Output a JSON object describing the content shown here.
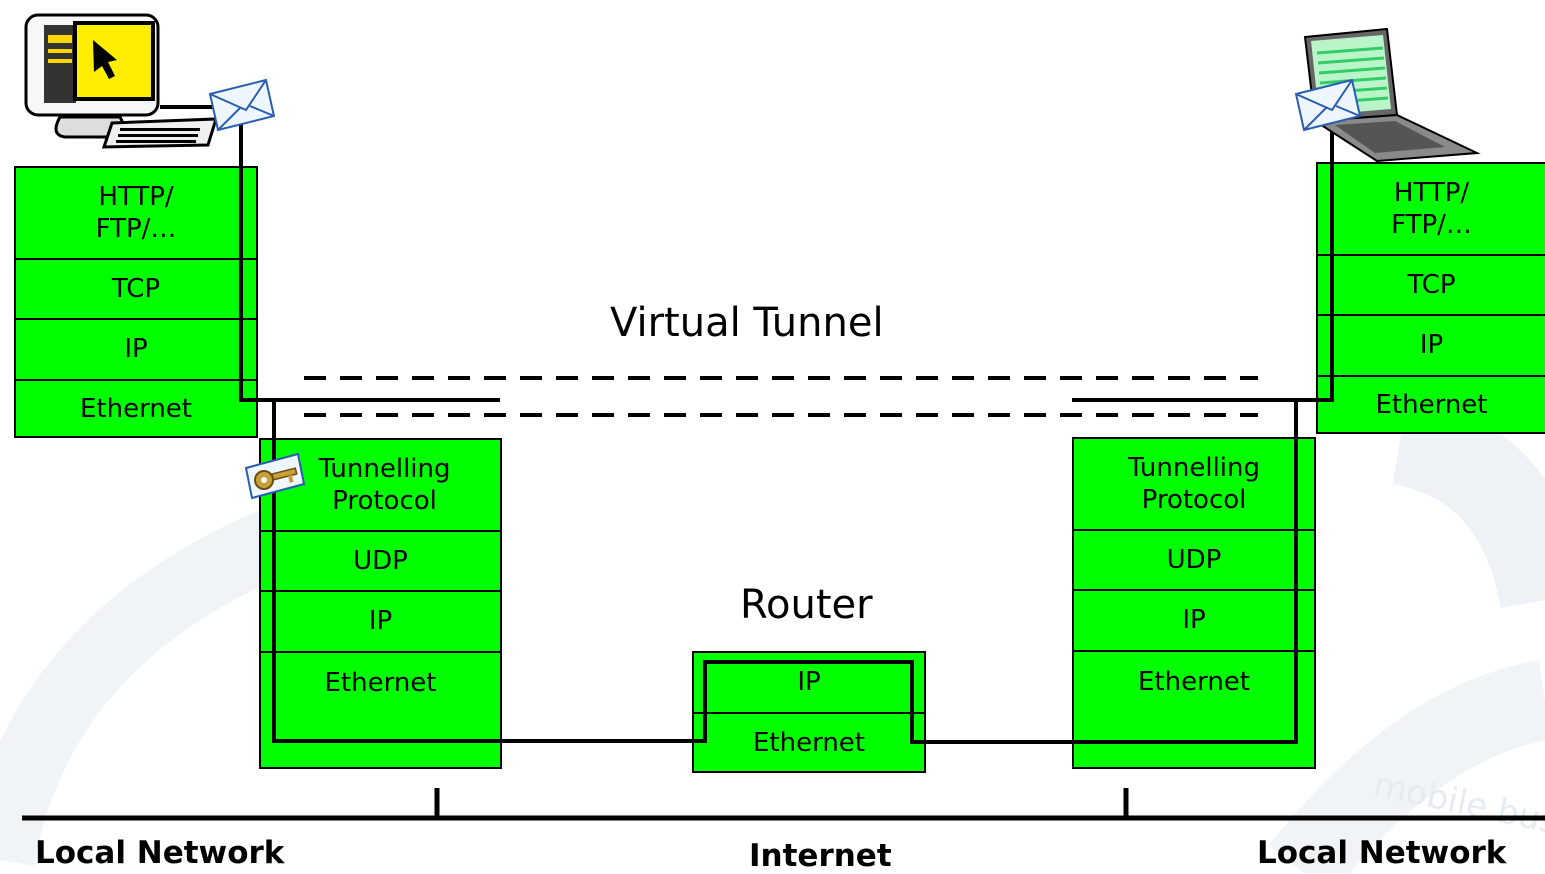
{
  "stacks": {
    "left_host": [
      {
        "label": "HTTP/\nFTP/…"
      },
      {
        "label": "TCP"
      },
      {
        "label": "IP"
      },
      {
        "label": "Ethernet"
      }
    ],
    "left_gateway": [
      {
        "label": "Tunnelling\nProtocol"
      },
      {
        "label": "UDP"
      },
      {
        "label": "IP"
      },
      {
        "label": "Ethernet"
      }
    ],
    "router": [
      {
        "label": "IP"
      },
      {
        "label": "Ethernet"
      }
    ],
    "right_gateway": [
      {
        "label": "Tunnelling\nProtocol"
      },
      {
        "label": "UDP"
      },
      {
        "label": "IP"
      },
      {
        "label": "Ethernet"
      }
    ],
    "right_host": [
      {
        "label": "HTTP/\nFTP/…"
      },
      {
        "label": "TCP"
      },
      {
        "label": "IP"
      },
      {
        "label": "Ethernet"
      }
    ]
  },
  "labels": {
    "virtual_tunnel": "Virtual Tunnel",
    "router": "Router",
    "local_network_left": "Local Network",
    "internet": "Internet",
    "local_network_right": "Local Network"
  },
  "watermark": {
    "text": "mobile business"
  },
  "icons": {
    "desktop": "desktop-computer-icon",
    "laptop": "laptop-icon",
    "envelope": "envelope-icon",
    "key": "key-icon"
  }
}
